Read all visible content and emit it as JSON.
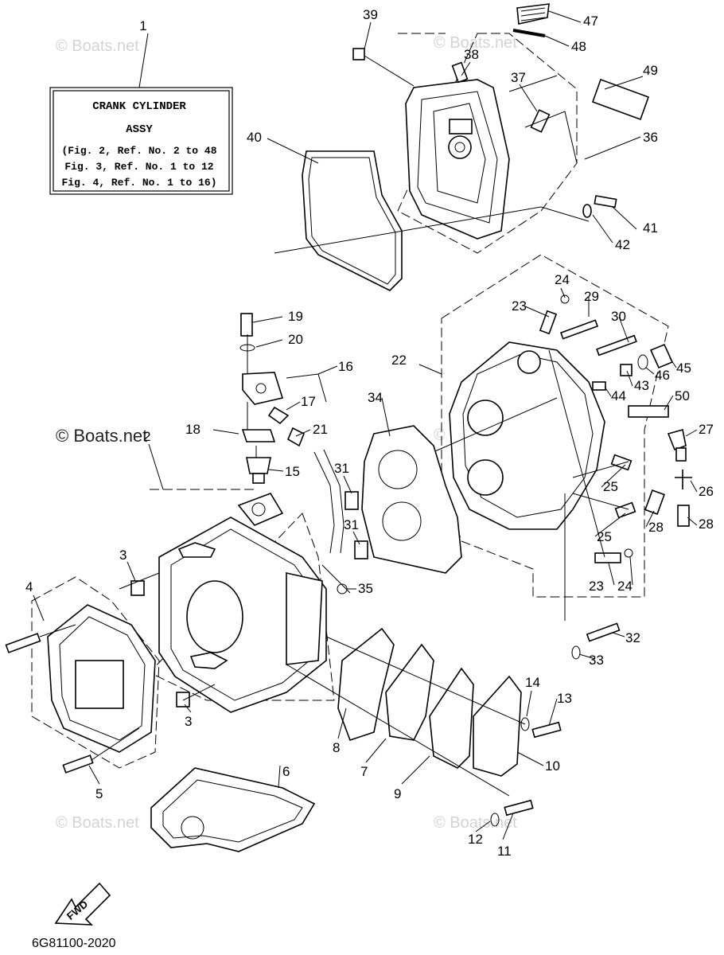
{
  "info_box": {
    "ref": "1",
    "title": "CRANK CYLINDER",
    "subtitle": "ASSY",
    "lines": [
      "(Fig. 2, Ref. No. 2 to 48",
      "Fig. 3, Ref. No. 1 to 12",
      "Fig. 4, Ref. No. 1 to 16)"
    ]
  },
  "watermarks": {
    "boats_net": "© Boats.net",
    "boats_net_strong": "© Boats.net"
  },
  "fwd_label": "FWD",
  "diagram_code": "6G81100-2020",
  "part_labels": [
    "2",
    "3",
    "4",
    "5",
    "6",
    "8",
    "7",
    "9",
    "10",
    "11",
    "12",
    "13",
    "14",
    "15",
    "16",
    "17",
    "18",
    "19",
    "20",
    "21",
    "22",
    "23",
    "24",
    "25",
    "26",
    "27",
    "28",
    "29",
    "30",
    "31",
    "32",
    "33",
    "34",
    "35",
    "36",
    "37",
    "38",
    "39",
    "40",
    "41",
    "42",
    "43",
    "44",
    "45",
    "46",
    "47",
    "48",
    "49",
    "50"
  ]
}
